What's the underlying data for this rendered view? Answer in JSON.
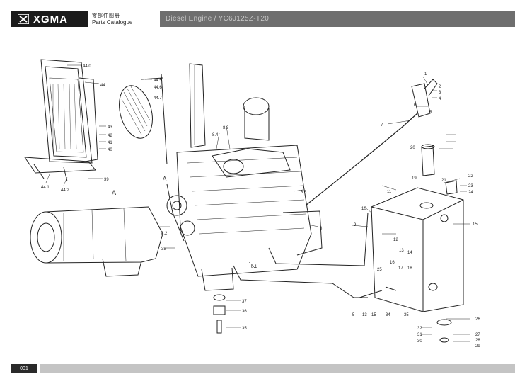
{
  "header": {
    "brand": "XGMA",
    "catalogue_cn": "零部件图册",
    "catalogue_en": "Parts Catalogue",
    "section_title": "Diesel Engine / YC6J125Z-T20"
  },
  "footer": {
    "page_number": "001"
  },
  "diagram": {
    "callouts": [
      "44.0",
      "44",
      "44.5",
      "44.6",
      "44.7",
      "43",
      "42",
      "41",
      "40",
      "39",
      "44.1",
      "44.2",
      "A",
      "A",
      "8.4",
      "8.3",
      "8.5",
      "8.2",
      "8.1",
      "8",
      "38",
      "37",
      "36",
      "35",
      "1",
      "2",
      "3",
      "4",
      "5",
      "6",
      "7",
      "20",
      "19",
      "21",
      "22",
      "23",
      "24",
      "11",
      "10",
      "9",
      "15",
      "12",
      "13",
      "14",
      "16",
      "17",
      "18",
      "25",
      "5",
      "13",
      "15",
      "34",
      "35",
      "26",
      "32",
      "31",
      "30",
      "27",
      "28",
      "29"
    ]
  }
}
